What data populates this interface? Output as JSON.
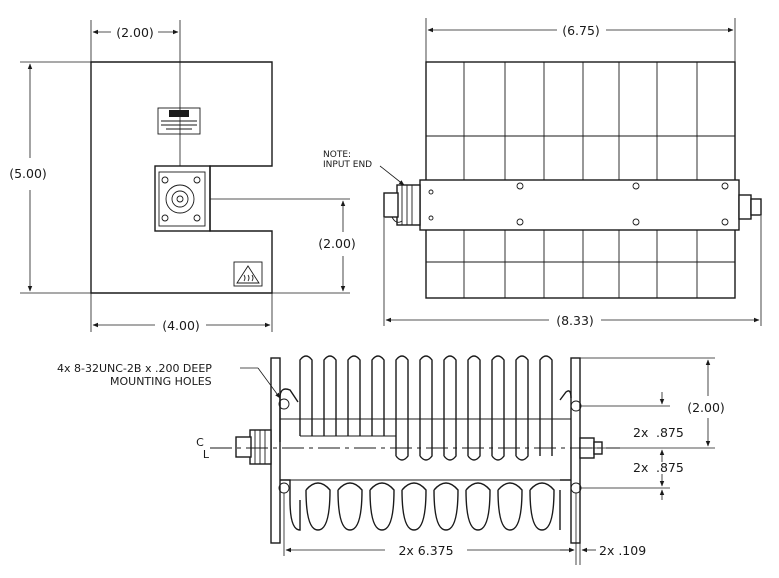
{
  "colors": {
    "ink": "#1a1a1a",
    "paper": "#ffffff"
  },
  "top_view": {
    "dim_offset": "(2.00)",
    "dim_height": "(5.00)",
    "dim_connector": "(2.00)",
    "dim_width": "(4.00)",
    "warning_icon": "hot-surface-icon"
  },
  "side_view": {
    "dim_width": "(6.75)",
    "dim_total": "(8.33)",
    "note_line1": "NOTE:",
    "note_line2": "INPUT END"
  },
  "end_view": {
    "holes_line1": "4x  8-32UNC-2B  x  .200  DEEP",
    "holes_line2": "MOUNTING  HOLES",
    "centerline_top": "C",
    "centerline_bottom": "L",
    "dim_height": "(2.00)",
    "dim_upper_count": "2x",
    "dim_upper_value": ".875",
    "dim_lower_count": "2x",
    "dim_lower_value": ".875",
    "dim_span": "2x  6.375",
    "dim_offset": "2x  .109"
  }
}
